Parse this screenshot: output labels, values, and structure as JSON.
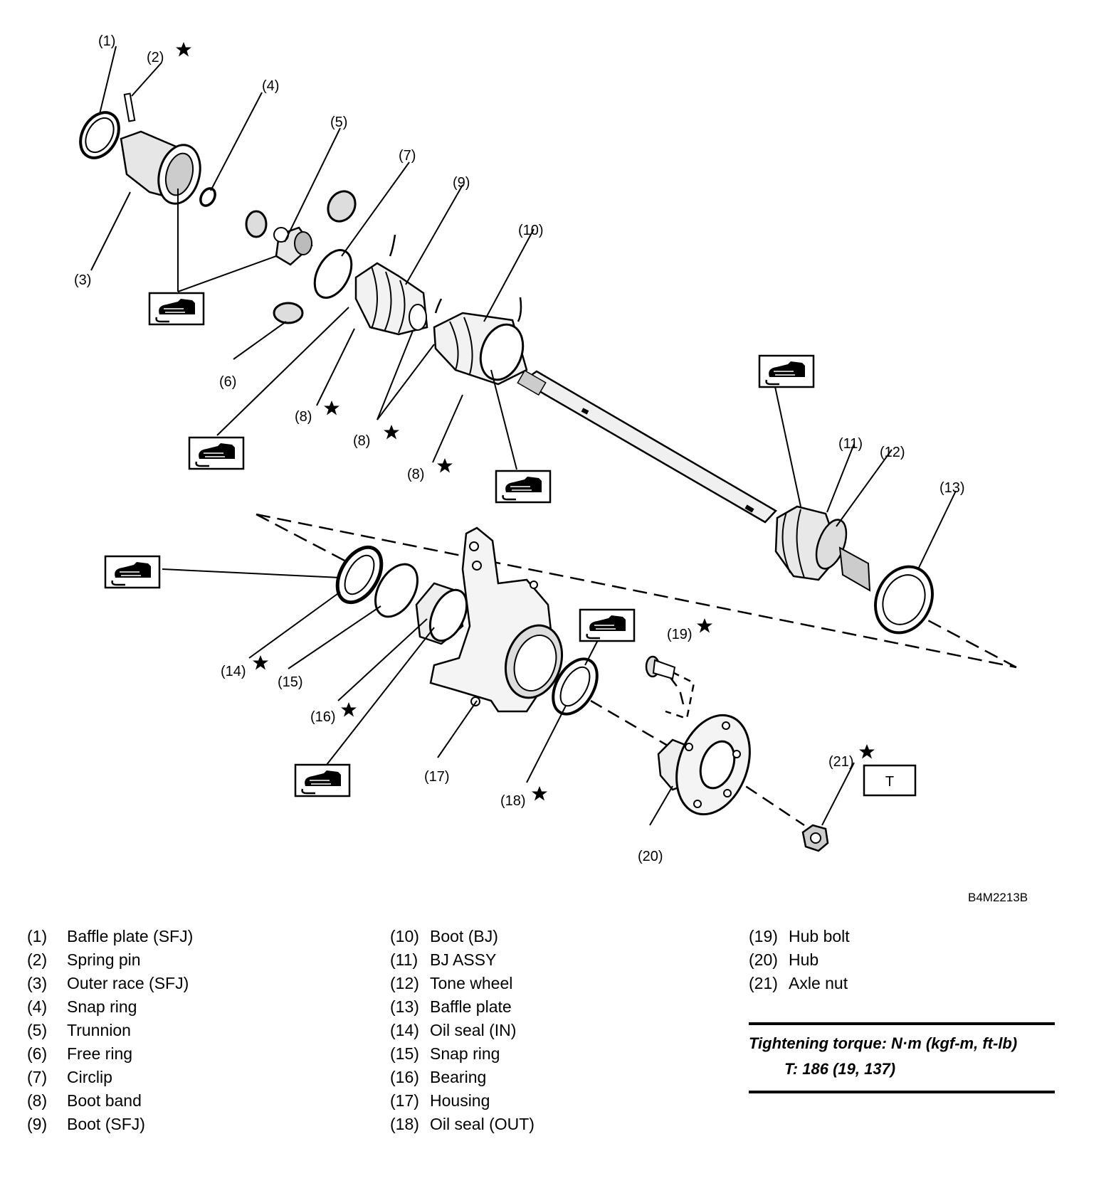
{
  "callouts": {
    "c1": "(1)",
    "c2": "(2)",
    "c3": "(3)",
    "c4": "(4)",
    "c5": "(5)",
    "c6": "(6)",
    "c7": "(7)",
    "c8a": "(8)",
    "c8b": "(8)",
    "c8c": "(8)",
    "c9": "(9)",
    "c10": "(10)",
    "c11": "(11)",
    "c12": "(12)",
    "c13": "(13)",
    "c14": "(14)",
    "c15": "(15)",
    "c16": "(16)",
    "c17": "(17)",
    "c18": "(18)",
    "c19": "(19)",
    "c20": "(20)",
    "c21": "(21)",
    "t_box": "T"
  },
  "figure_code": "B4M2213B",
  "legend": {
    "col1": [
      {
        "num": "(1)",
        "name": "Baffle plate (SFJ)"
      },
      {
        "num": "(2)",
        "name": "Spring pin"
      },
      {
        "num": "(3)",
        "name": "Outer race (SFJ)"
      },
      {
        "num": "(4)",
        "name": "Snap ring"
      },
      {
        "num": "(5)",
        "name": "Trunnion"
      },
      {
        "num": "(6)",
        "name": "Free ring"
      },
      {
        "num": "(7)",
        "name": "Circlip"
      },
      {
        "num": "(8)",
        "name": "Boot band"
      },
      {
        "num": "(9)",
        "name": "Boot (SFJ)"
      }
    ],
    "col2": [
      {
        "num": "(10)",
        "name": "Boot (BJ)"
      },
      {
        "num": "(11)",
        "name": "BJ ASSY"
      },
      {
        "num": "(12)",
        "name": "Tone wheel"
      },
      {
        "num": "(13)",
        "name": "Baffle plate"
      },
      {
        "num": "(14)",
        "name": "Oil seal (IN)"
      },
      {
        "num": "(15)",
        "name": "Snap ring"
      },
      {
        "num": "(16)",
        "name": "Bearing"
      },
      {
        "num": "(17)",
        "name": "Housing"
      },
      {
        "num": "(18)",
        "name": "Oil seal (OUT)"
      }
    ],
    "col3": [
      {
        "num": "(19)",
        "name": "Hub bolt"
      },
      {
        "num": "(20)",
        "name": "Hub"
      },
      {
        "num": "(21)",
        "name": "Axle nut"
      }
    ]
  },
  "torque": {
    "heading": "Tightening torque: N·m (kgf-m, ft-lb)",
    "value": "T: 186 (19, 137)"
  }
}
